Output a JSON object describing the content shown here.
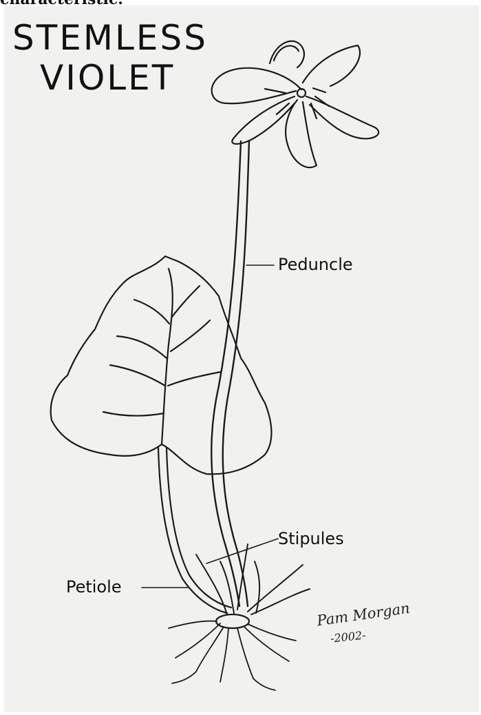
{
  "header": {
    "caption_fragment": "characteristic."
  },
  "diagram": {
    "title_line1": "STEMLESS",
    "title_line2": "VIOLET",
    "labels": {
      "peduncle": "Peduncle",
      "stipules": "Stipules",
      "petiole": "Petiole"
    },
    "signature": {
      "name": "Pam Morgan",
      "year": "-2002-"
    }
  },
  "colors": {
    "ink": "#1a1a1a",
    "paper": "#f1f1ef"
  }
}
